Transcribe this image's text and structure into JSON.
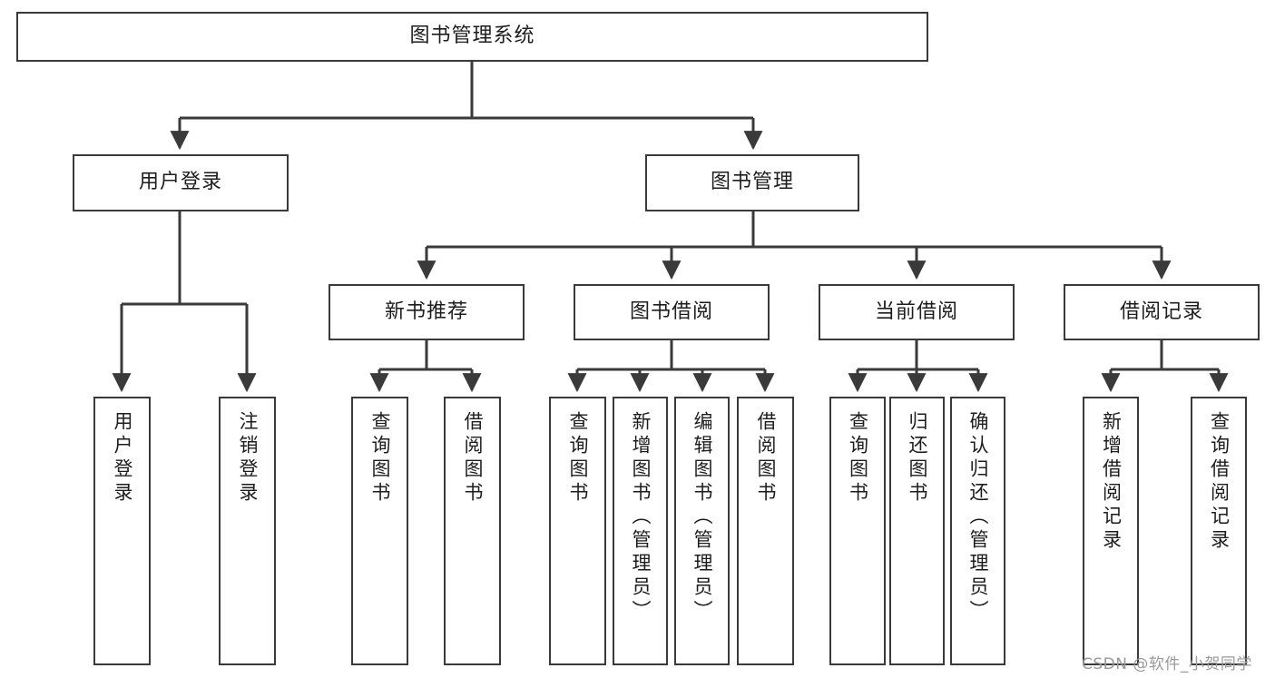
{
  "diagram": {
    "title": "图书管理系统",
    "type": "hierarchy-tree",
    "levels": 4,
    "nodes": {
      "root": {
        "label": "图书管理系统"
      },
      "level1": [
        {
          "id": "user-login",
          "label": "用户登录"
        },
        {
          "id": "book-manage",
          "label": "图书管理"
        }
      ],
      "level2": [
        {
          "id": "new-book-recommend",
          "label": "新书推荐"
        },
        {
          "id": "book-borrow",
          "label": "图书借阅"
        },
        {
          "id": "current-borrow",
          "label": "当前借阅"
        },
        {
          "id": "borrow-record",
          "label": "借阅记录"
        }
      ],
      "leaves": {
        "user_login": [
          {
            "id": "leaf-user-login",
            "label": "用户登录"
          },
          {
            "id": "leaf-logout",
            "label": "注销登录"
          }
        ],
        "new_book_recommend": [
          {
            "id": "leaf-query-book-1",
            "label": "查询图书"
          },
          {
            "id": "leaf-borrow-book-1",
            "label": "借阅图书"
          }
        ],
        "book_borrow": [
          {
            "id": "leaf-query-book-2",
            "label": "查询图书"
          },
          {
            "id": "leaf-add-book",
            "label": "新增图书（管理员）"
          },
          {
            "id": "leaf-edit-book",
            "label": "编辑图书（管理员）"
          },
          {
            "id": "leaf-borrow-book-2",
            "label": "借阅图书"
          }
        ],
        "current_borrow": [
          {
            "id": "leaf-query-book-3",
            "label": "查询图书"
          },
          {
            "id": "leaf-return-book",
            "label": "归还图书"
          },
          {
            "id": "leaf-confirm-return",
            "label": "确认归还（管理员）"
          }
        ],
        "borrow_record": [
          {
            "id": "leaf-add-record",
            "label": "新增借阅记录"
          },
          {
            "id": "leaf-query-record",
            "label": "查询借阅记录"
          }
        ]
      }
    },
    "colors": {
      "stroke": "#3a3a3a",
      "fill": "#ffffff",
      "text": "#1d1d1d",
      "watermark": "#9a9a9a"
    }
  },
  "watermark": {
    "text": "CSDN @软件_小贺同学"
  }
}
